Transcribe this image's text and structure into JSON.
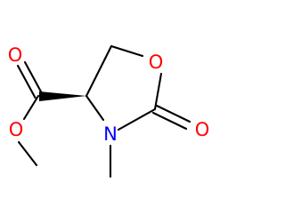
{
  "molecule": {
    "atoms": [
      {
        "id": "o-carbonyl-ester",
        "label": "O",
        "color": "#ff0000"
      },
      {
        "id": "o-methoxy",
        "label": "O",
        "color": "#ff0000"
      },
      {
        "id": "o-ring",
        "label": "O",
        "color": "#ff0000"
      },
      {
        "id": "n-ring",
        "label": "N",
        "color": "#0000ff"
      },
      {
        "id": "o-carbonyl-ring",
        "label": "O",
        "color": "#ff0000"
      }
    ],
    "bond_color": "#000000",
    "stereo": "wedge"
  }
}
